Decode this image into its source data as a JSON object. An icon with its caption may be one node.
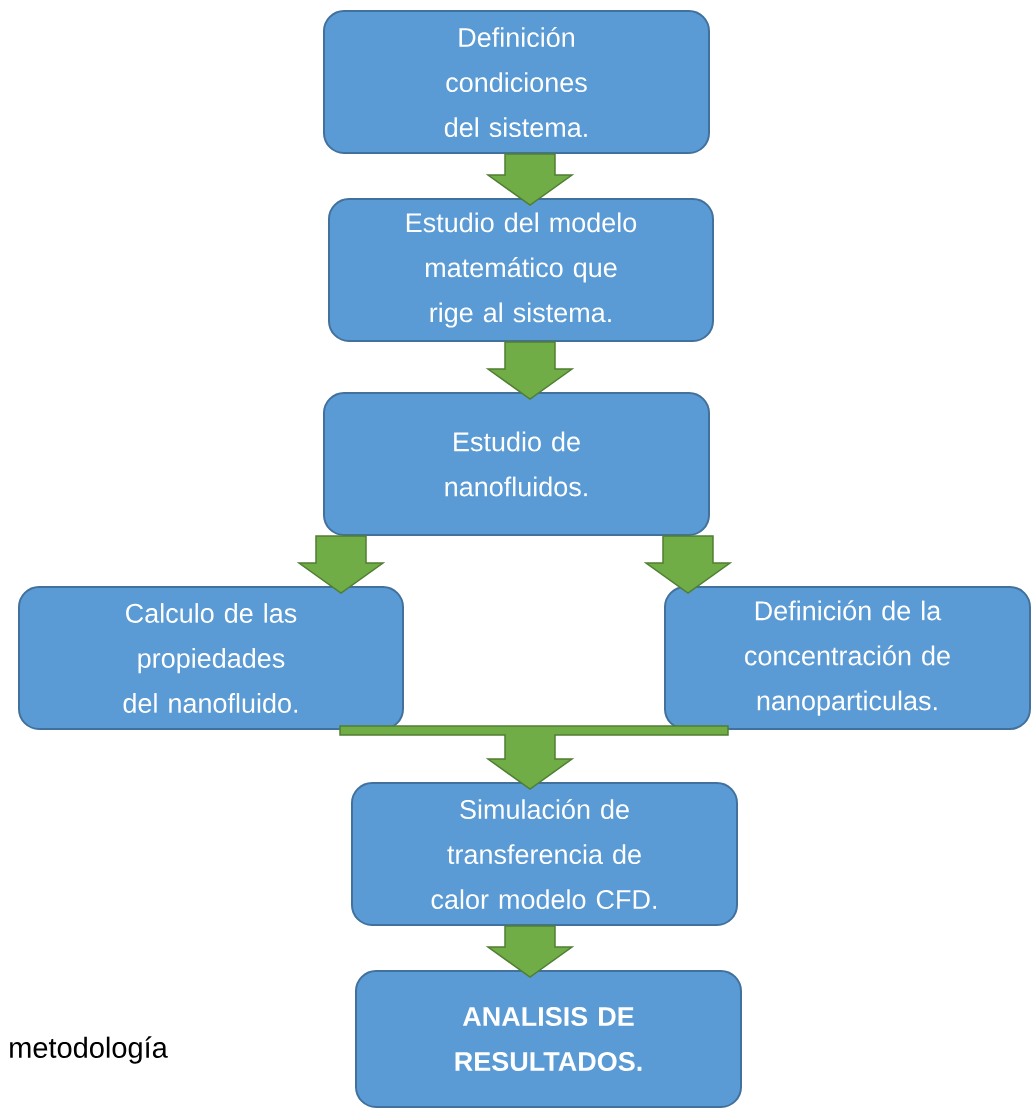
{
  "diagram": {
    "nodes": [
      {
        "text": [
          "Definición condiciones del sistema."
        ]
      },
      {
        "text": [
          "Estudio del modelo matemático que rige al sistema."
        ]
      },
      {
        "text": [
          "Estudio de nanofluidos."
        ]
      },
      {
        "text": [
          "Calculo de las propiedades del nanofluido."
        ]
      },
      {
        "text": [
          "Definición de la concentración de nanoparticulas."
        ]
      },
      {
        "text": [
          "Simulación de transferencia de calor modelo CFD."
        ]
      },
      {
        "text": [
          "ANALISIS DE RESULTADOS."
        ]
      }
    ],
    "edges": [
      {
        "from": 0,
        "to": 1,
        "arrow": "to"
      },
      {
        "from": 1,
        "to": 2,
        "arrow": "to"
      },
      {
        "from": 2,
        "to": 3,
        "arrow": "to"
      },
      {
        "from": 2,
        "to": 4,
        "arrow": "to"
      },
      {
        "from": 3,
        "to": 5,
        "arrow": "to"
      },
      {
        "from": 4,
        "to": 5,
        "arrow": "to"
      },
      {
        "from": 5,
        "to": 6,
        "arrow": "to"
      }
    ],
    "labels": [
      "metodología"
    ]
  }
}
